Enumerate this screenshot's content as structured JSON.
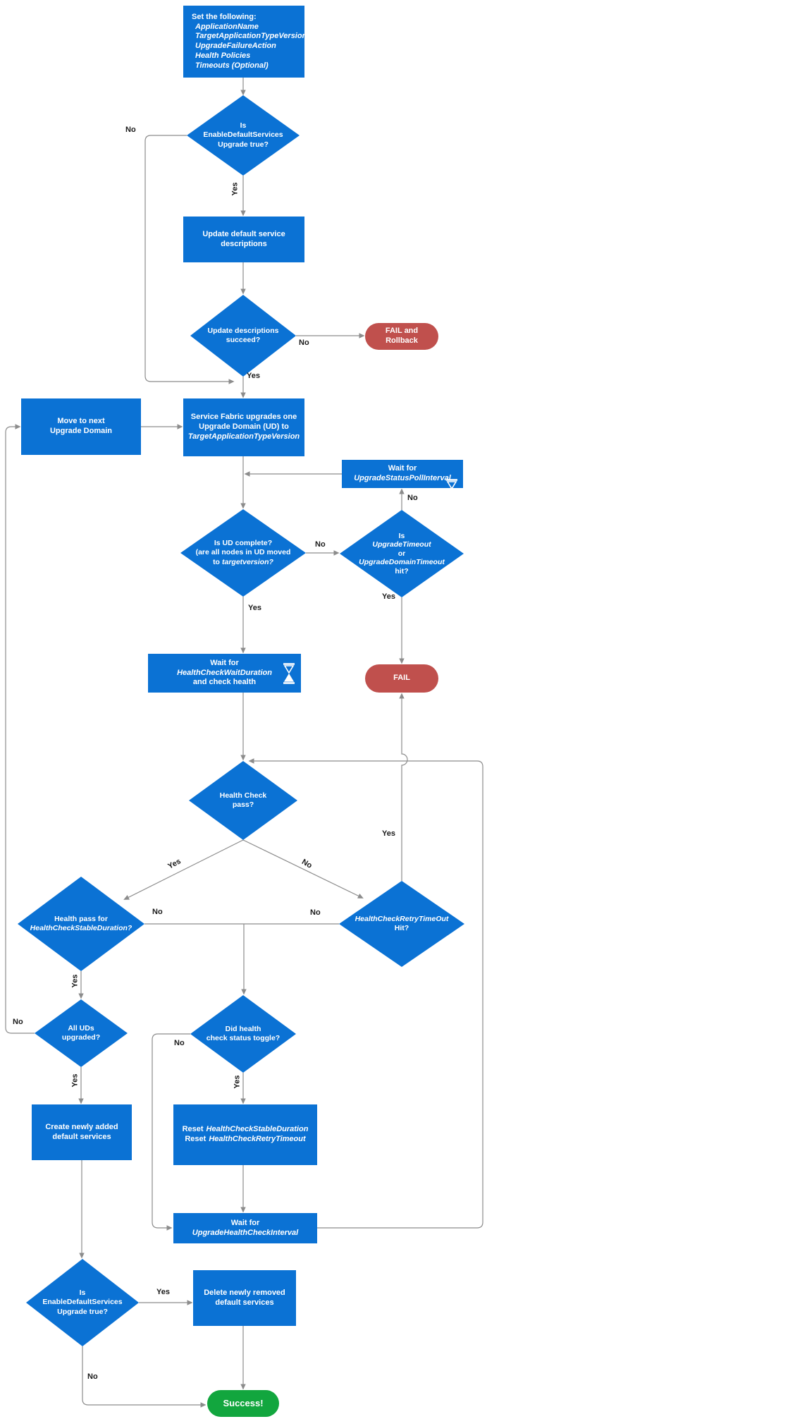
{
  "colors": {
    "node_blue": "#0B72D4",
    "fail_red": "#C0504D",
    "success_green": "#12A63E",
    "connector_gray": "#8C8C8C"
  },
  "labels": {
    "yes": "Yes",
    "no": "No"
  },
  "icons": {
    "wait_icon": "hourglass"
  },
  "nodes": {
    "set_params": {
      "heading": "Set the following:",
      "p1": "ApplicationName",
      "p2": "TargetApplicationTypeVersion",
      "p3": "UpgradeFailureAction",
      "p4": "Health Policies",
      "p5": "Timeouts (Optional)"
    },
    "enable_default_services": {
      "l1": "Is",
      "l2": "EnableDefaultServices",
      "l3": "Upgrade true?"
    },
    "update_default_service_descriptions": {
      "l1": "Update default service",
      "l2": "descriptions"
    },
    "update_descriptions_succeed": {
      "l1": "Update descriptions",
      "l2": "succeed?"
    },
    "fail_rollback": {
      "l1": "FAIL and",
      "l2": "Rollback"
    },
    "move_next_ud": {
      "l1": "Move to next",
      "l2": "Upgrade Domain"
    },
    "sf_upgrades_ud": {
      "l1": "Service Fabric upgrades one",
      "l2": "Upgrade Domain (UD) to",
      "l3": "TargetApplicationTypeVersion"
    },
    "wait_poll_interval": {
      "l1": "Wait for",
      "l2": "UpgradeStatusPollInterval"
    },
    "is_ud_complete": {
      "l1": "Is UD complete?",
      "l2": "(are all nodes in UD moved",
      "l3a": "to",
      "l3b": "targetversion?"
    },
    "upgrade_timeout_hit": {
      "l1": "Is",
      "l2": "UpgradeTimeout",
      "l3": "or",
      "l4": "UpgradeDomainTimeout",
      "l5": "hit?"
    },
    "fail": {
      "l1": "FAIL"
    },
    "wait_health_check": {
      "l1": "Wait for",
      "l2": "HealthCheckWaitDuration",
      "l3": "and check health"
    },
    "health_check_pass": {
      "l1": "Health Check",
      "l2": "pass?"
    },
    "health_pass_stable": {
      "l1": "Health pass for",
      "l2": "HealthCheckStableDuration?"
    },
    "retry_timeout_hit": {
      "l1": "HealthCheckRetryTimeOut",
      "l2": "Hit?"
    },
    "all_uds_upgraded": {
      "l1": "All UDs",
      "l2": "upgraded?"
    },
    "health_status_toggle": {
      "l1": "Did health",
      "l2": "check status toggle?"
    },
    "create_default_services": {
      "l1": "Create newly added",
      "l2": "default services"
    },
    "reset_durations": {
      "r1": "Reset",
      "p1": "HealthCheckStableDuration",
      "r2": "Reset",
      "p2": "HealthCheckRetryTimeout"
    },
    "wait_upgrade_interval": {
      "l1": "Wait for",
      "l2": "UpgradeHealthCheckInterval"
    },
    "enable_default_services_2": {
      "l1": "Is",
      "l2": "EnableDefaultServices",
      "l3": "Upgrade true?"
    },
    "delete_removed_services": {
      "l1": "Delete newly removed",
      "l2": "default services"
    },
    "success": {
      "l1": "Success!"
    }
  }
}
